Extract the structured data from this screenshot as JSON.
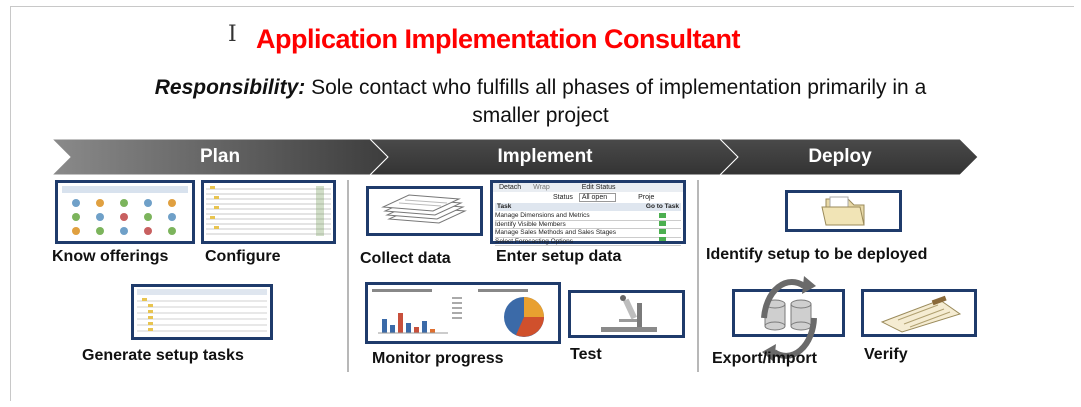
{
  "title": "Application Implementation Consultant",
  "responsibility": {
    "label": "Responsibility:",
    "line1": "Sole contact who fulfills all phases of implementation primarily in a",
    "line2": "smaller project"
  },
  "phases": [
    {
      "label": "Plan"
    },
    {
      "label": "Implement"
    },
    {
      "label": "Deploy"
    }
  ],
  "plan": {
    "know_offerings": "Know offerings",
    "configure": "Configure",
    "generate": "Generate setup tasks"
  },
  "implement": {
    "collect": "Collect data",
    "enter": "Enter setup data",
    "monitor": "Monitor progress",
    "test": "Test",
    "enter_screen": {
      "detach": "Detach",
      "wrap": "Wrap",
      "edit_status": "Edit Status",
      "status_label": "Status",
      "status_value": "All open",
      "proj": "Proje",
      "col_task": "Task",
      "col_goto": "Go to Task",
      "rows": [
        "Manage Dimensions and Metrics",
        "Identify Visible Members",
        "Manage Sales Methods and Sales Stages",
        "Select Forecasting Options"
      ]
    }
  },
  "deploy": {
    "identify": "Identify setup to be deployed",
    "export": "Export/import",
    "verify": "Verify"
  },
  "colors": {
    "title": "#ff0000",
    "arrow_dark": "#404040",
    "arrow_light": "#6f6f6f",
    "box_border": "#1f3b6b"
  }
}
